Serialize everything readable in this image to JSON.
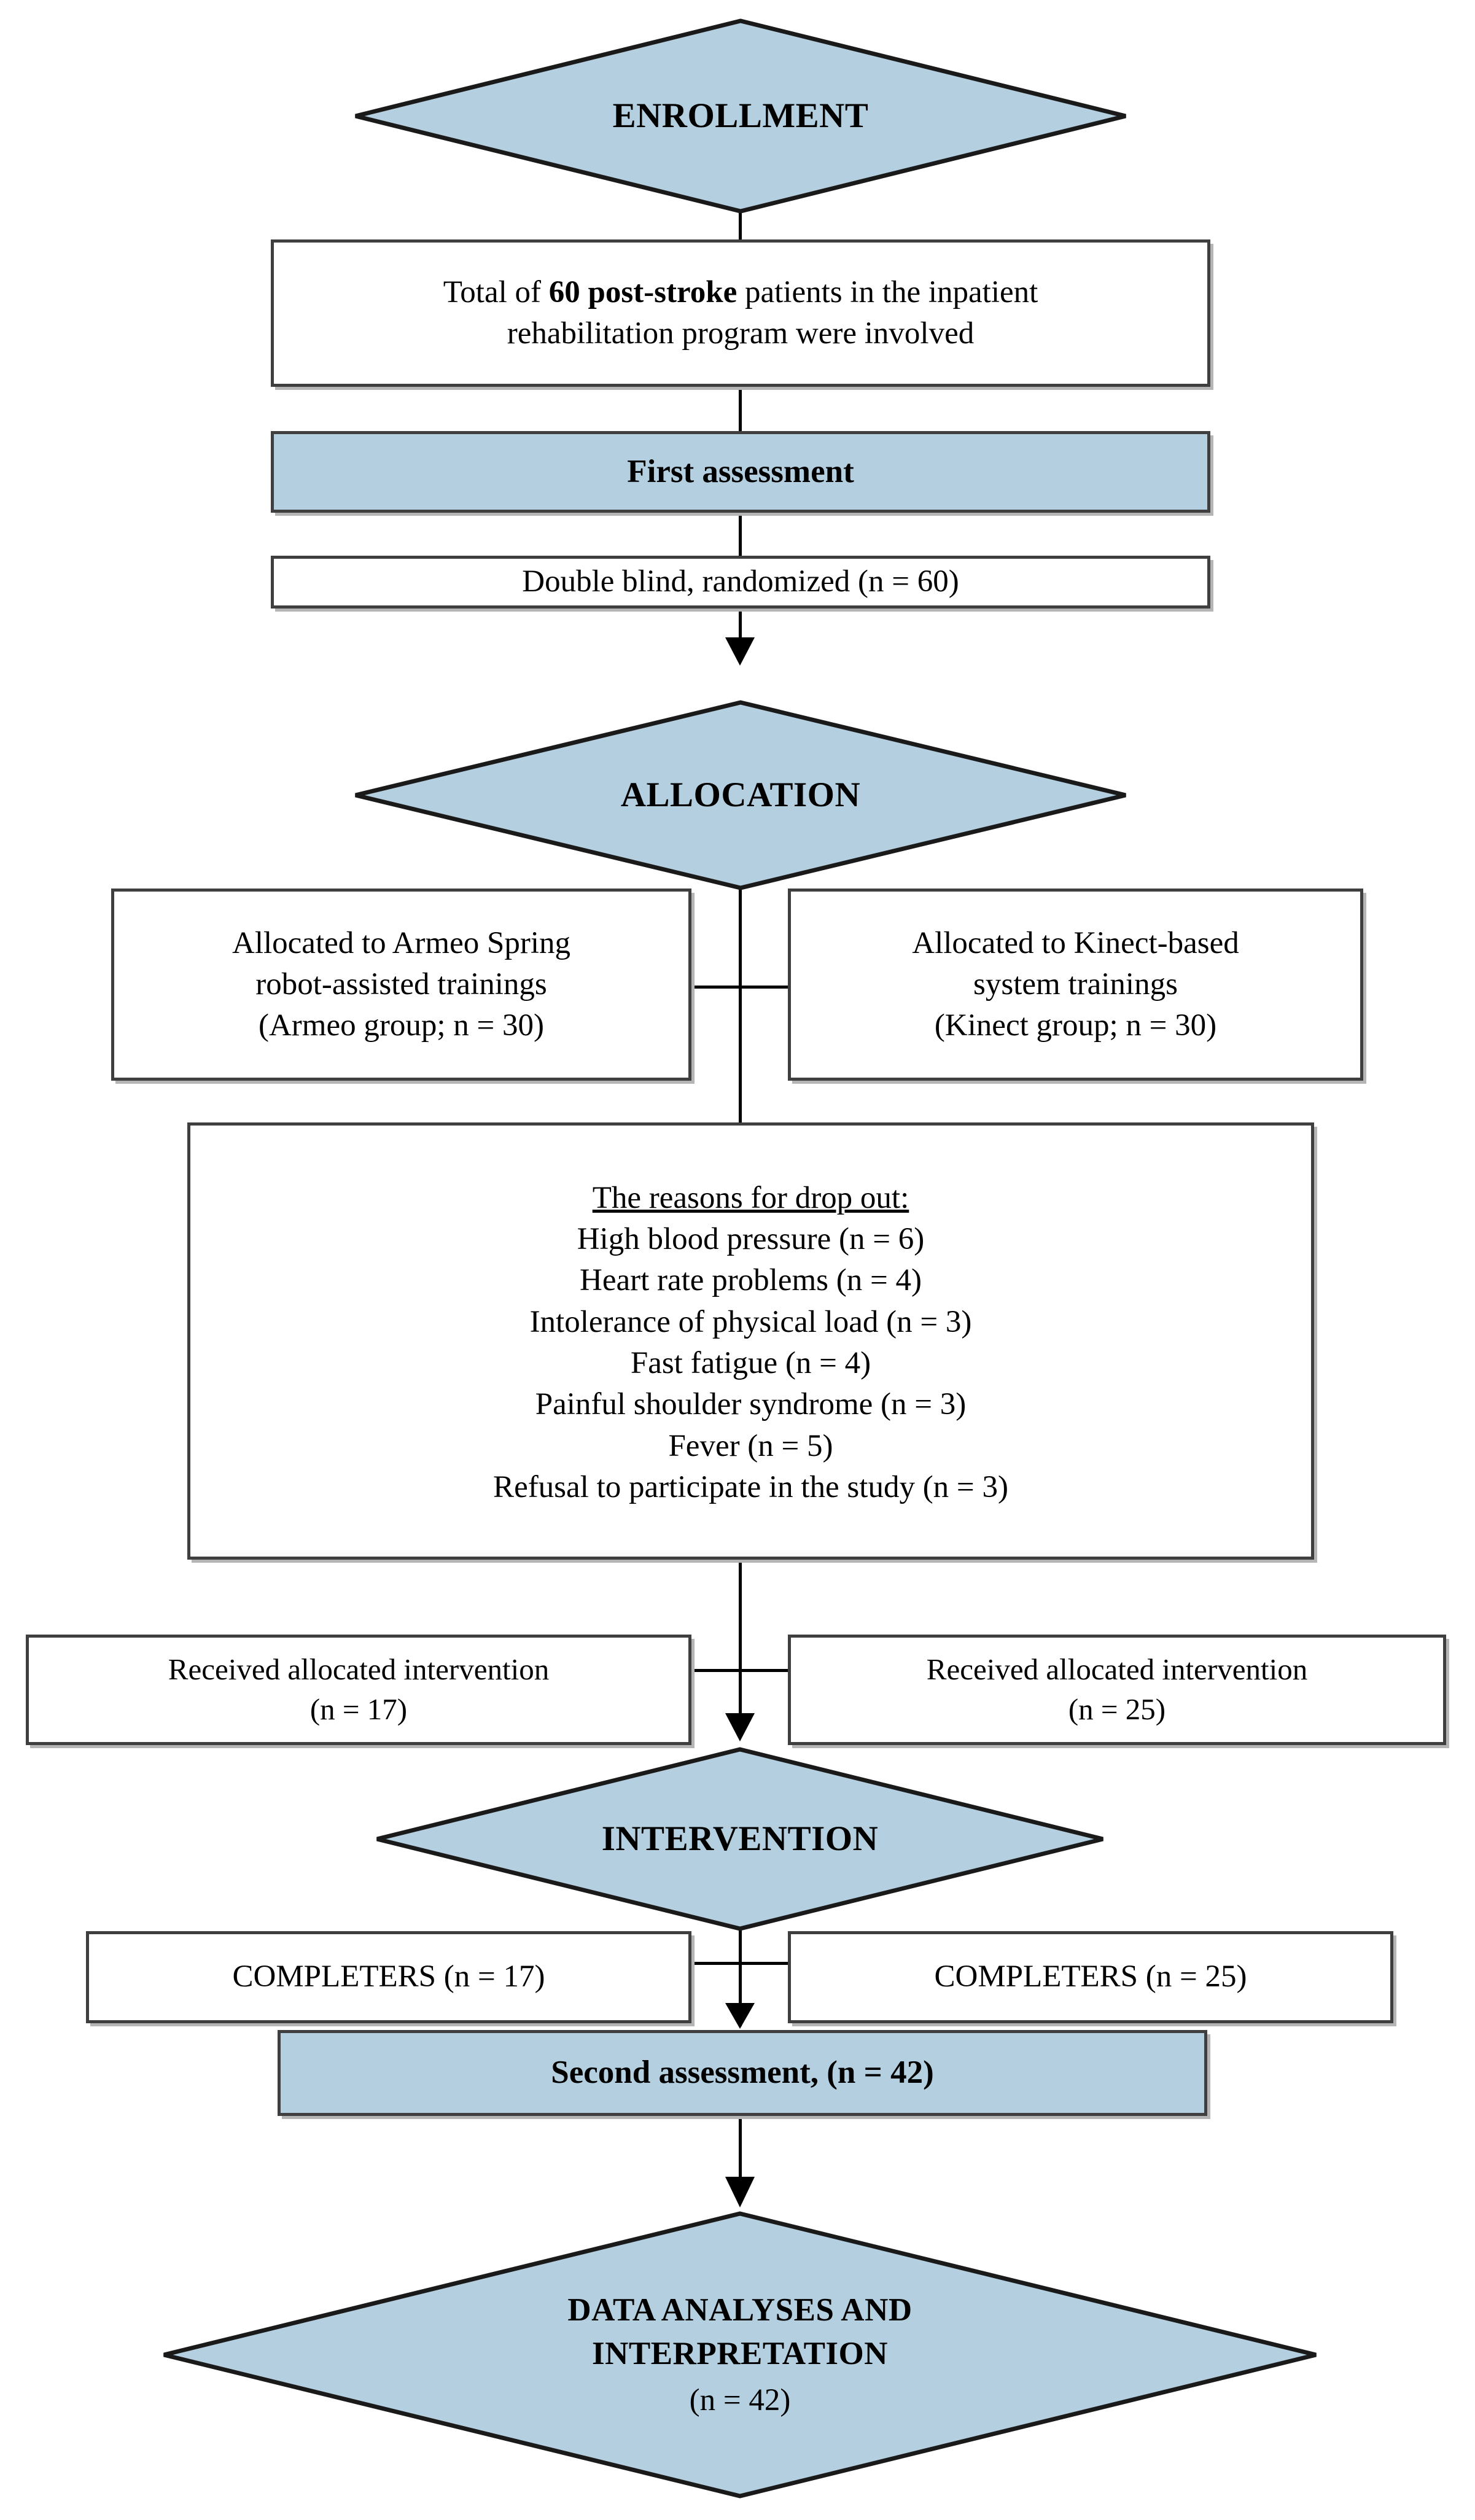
{
  "figure": {
    "type": "flowchart",
    "title": "CONSORT-style study flow diagram",
    "fill_color": "#b4cfdf",
    "border_color": "#3f3f3f",
    "shadow_color": "#b5b5b5",
    "line_color": "#000000"
  },
  "nodes": {
    "enrollment": {
      "shape": "diamond",
      "label": "ENROLLMENT"
    },
    "total_patients": {
      "shape": "rect",
      "line1_pre": "Total of ",
      "line1_bold": "60 post-stroke",
      "line1_post": " patients in the inpatient",
      "line2": "rehabilitation program were involved"
    },
    "first_assessment": {
      "shape": "rect-filled",
      "label": "First assessment"
    },
    "randomized": {
      "shape": "rect",
      "label": "Double blind, randomized (n = 60)"
    },
    "allocation": {
      "shape": "diamond",
      "label": "ALLOCATION"
    },
    "alloc_left": {
      "shape": "rect",
      "line1": "Allocated to Armeo Spring",
      "line2": "robot-assisted trainings",
      "line3": "(Armeo group; n = 30)"
    },
    "alloc_right": {
      "shape": "rect",
      "line1": "Allocated to Kinect-based",
      "line2": "system trainings",
      "line3": "(Kinect group; n = 30)"
    },
    "dropouts": {
      "shape": "rect",
      "heading": "The reasons for drop out:",
      "reasons": [
        "High blood pressure (n = 6)",
        "Heart rate problems (n = 4)",
        "Intolerance of physical load (n = 3)",
        "Fast fatigue (n = 4)",
        "Painful shoulder syndrome (n = 3)",
        "Fever (n = 5)",
        "Refusal to participate in the study (n = 3)"
      ]
    },
    "received_left": {
      "shape": "rect",
      "line1": "Received allocated intervention",
      "line2": "(n = 17)"
    },
    "received_right": {
      "shape": "rect",
      "line1": "Received allocated intervention",
      "line2": "(n = 25)"
    },
    "intervention": {
      "shape": "diamond",
      "label": "INTERVENTION"
    },
    "completers_left": {
      "shape": "rect",
      "label": "COMPLETERS (n = 17)"
    },
    "completers_right": {
      "shape": "rect",
      "label": "COMPLETERS (n = 25)"
    },
    "second_assessment": {
      "shape": "rect-filled",
      "label": "Second assessment, (n = 42)"
    },
    "data_analyses": {
      "shape": "diamond",
      "line1": "DATA ANALYSES AND",
      "line2": "INTERPRETATION",
      "line3": "(n = 42)"
    }
  }
}
